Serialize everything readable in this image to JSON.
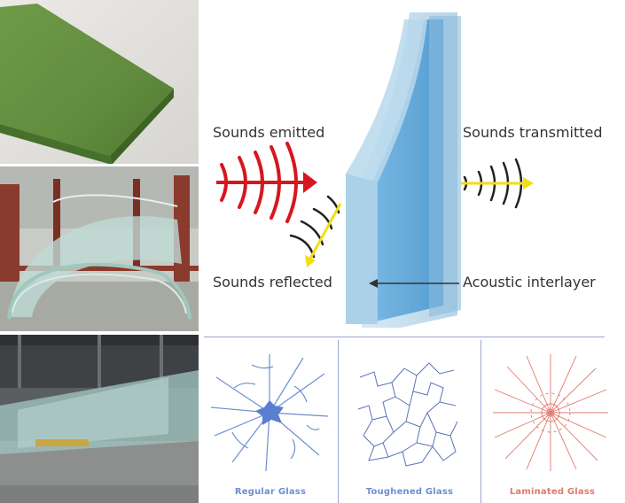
{
  "acoustic": {
    "sounds_emitted": "Sounds emitted",
    "sounds_transmitted": "Sounds transmitted",
    "sounds_reflected": "Sounds reflected",
    "acoustic_interlayer": "Acoustic interlayer"
  },
  "glass_types": [
    {
      "label": "Regular Glass",
      "color": "#6d8ed0"
    },
    {
      "label": "Toughened Glass",
      "color": "#6d8ed0"
    },
    {
      "label": "Laminated Glass",
      "color": "#e07a6e"
    }
  ],
  "colors": {
    "emitted_wave": "#d7161f",
    "arrow_yellow": "#f2de13",
    "glass_outer": "#a8cde4",
    "glass_inner": "#5aa3d6",
    "divider": "#9aa4d4"
  }
}
